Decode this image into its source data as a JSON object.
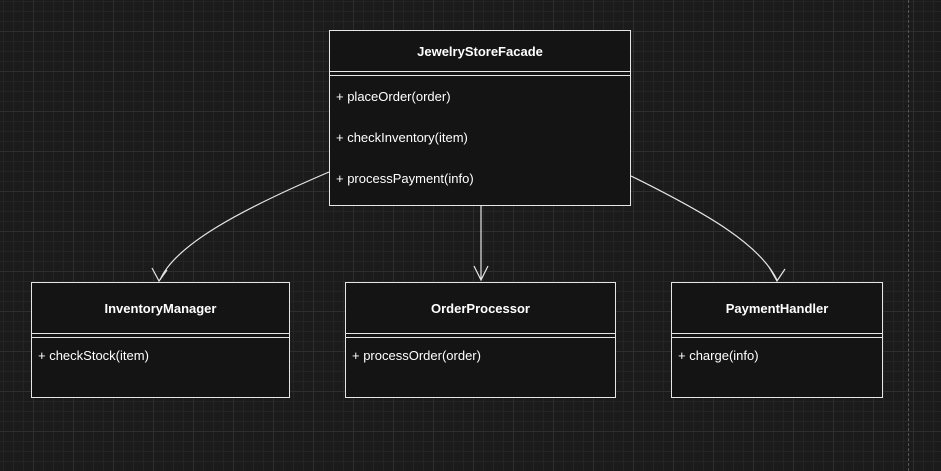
{
  "diagram": {
    "classes": {
      "facade": {
        "name": "JewelryStoreFacade",
        "methods": [
          "+ placeOrder(order)",
          "+ checkInventory(item)",
          "+ processPayment(info)"
        ]
      },
      "inventory": {
        "name": "InventoryManager",
        "methods": [
          "+ checkStock(item)"
        ]
      },
      "order": {
        "name": "OrderProcessor",
        "methods": [
          "+ processOrder(order)"
        ]
      },
      "payment": {
        "name": "PaymentHandler",
        "methods": [
          "+ charge(info)"
        ]
      }
    },
    "relations": [
      {
        "from": "JewelryStoreFacade",
        "to": "InventoryManager",
        "type": "association-arrow"
      },
      {
        "from": "JewelryStoreFacade",
        "to": "OrderProcessor",
        "type": "association-arrow"
      },
      {
        "from": "JewelryStoreFacade",
        "to": "PaymentHandler",
        "type": "association-arrow"
      }
    ],
    "colors": {
      "background": "#1b1b1b",
      "grid": "#2e2e2e",
      "box_fill": "#141414",
      "stroke": "#e6e6e6",
      "text": "#ffffff"
    }
  }
}
